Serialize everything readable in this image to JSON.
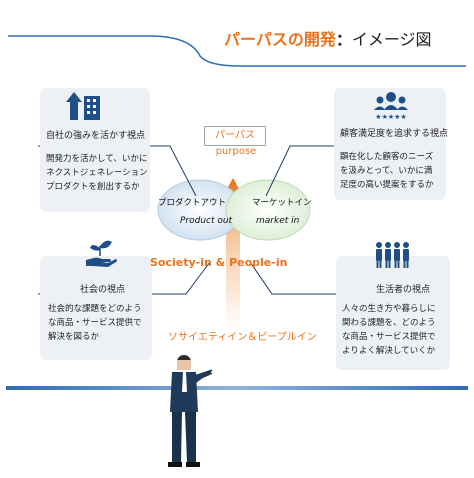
{
  "title": {
    "main": "パーパスの開発",
    "separator": "：",
    "sub": "イメージ図"
  },
  "center": {
    "purpose_jp": "パーパス",
    "purpose_en": "purpose",
    "product_out_jp": "プロダクトアウト",
    "product_out_en": "Product out",
    "market_in_jp": "マーケットイン",
    "market_in_en": "market in",
    "society_en": "Society-in & People-in",
    "society_jp": "ソサイエティイン＆ピープルイン"
  },
  "cards": {
    "company": {
      "title": "自社の強みを活かす視点",
      "body": [
        "開発力を活かして、いかに",
        "ネクストジェネレーション",
        "プロダクトを創出するか"
      ]
    },
    "customer": {
      "title": "顧客満足度を追求する視点",
      "body": [
        "顕在化した顧客のニーズ",
        "を汲みとって、いかに満",
        "足度の高い提案をするか"
      ]
    },
    "society": {
      "title": "社会の視点",
      "body": [
        "社会的な課題をどのよう",
        "な商品・サービス提供で",
        "解決を図るか"
      ]
    },
    "people": {
      "title": "生活者の視点",
      "body": [
        "人々の生き方や暮らしに",
        "関わる課題を、どのよう",
        "な商品・サービス提供で",
        "よりよく解決していくか"
      ]
    }
  },
  "icons": {
    "company": "building-growth-arrow-icon",
    "customer": "customer-rating-stars-icon",
    "society": "hand-with-plant-icon",
    "people": "group-of-people-icon",
    "presenter": "businessman-pointer-icon"
  },
  "colors": {
    "accent": "#e8731c",
    "navy": "#1f3f63",
    "blue": "#2f6cb0",
    "card": "#edf1f5"
  }
}
